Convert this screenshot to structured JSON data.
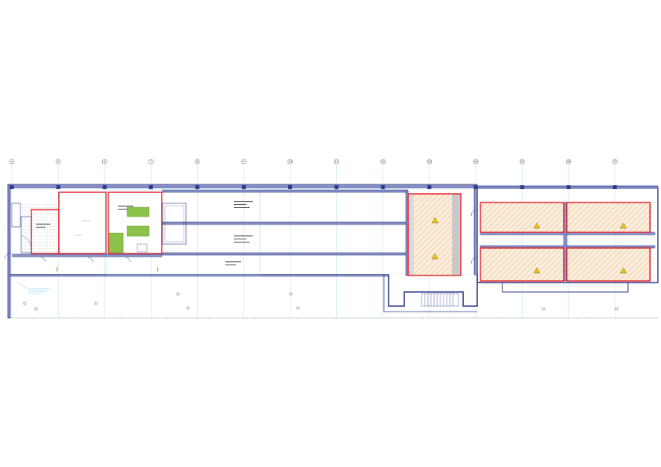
{
  "sheet": {
    "title": "",
    "grid_axis_labels": [
      "4",
      "5",
      "6",
      "7",
      "8",
      "9",
      "10",
      "11",
      "12",
      "13",
      "14",
      "15",
      "16",
      "17"
    ]
  },
  "rooms": [
    {
      "id": "room-stair-core",
      "tag": "",
      "hatch": "tile-grid",
      "border": "red"
    },
    {
      "id": "room-office",
      "tag": "",
      "hatch": "none",
      "border": "red"
    },
    {
      "id": "room-plant",
      "tag": "",
      "hatch": "none",
      "border": "red",
      "equipment": "green"
    },
    {
      "id": "room-corridor-upper",
      "tag": "",
      "hatch": "none",
      "border": "blue"
    },
    {
      "id": "room-corridor-lower",
      "tag": "",
      "hatch": "none",
      "border": "blue"
    },
    {
      "id": "room-hazard-store",
      "tag": "",
      "hatch": "diagonal",
      "border": "red",
      "warning": "⚠"
    },
    {
      "id": "room-store-a",
      "tag": "",
      "hatch": "diagonal",
      "border": "red",
      "warning": "⚠"
    },
    {
      "id": "room-store-b",
      "tag": "",
      "hatch": "diagonal",
      "border": "red",
      "warning": "⚠"
    },
    {
      "id": "room-store-c",
      "tag": "",
      "hatch": "diagonal",
      "border": "red",
      "warning": "⚠"
    },
    {
      "id": "room-store-d",
      "tag": "",
      "hatch": "diagonal",
      "border": "red",
      "warning": "⚠"
    }
  ],
  "colors": {
    "wall_outer": "#2e3a8c",
    "wall_fill": "#8d93c7",
    "fire_boundary": "#e21b23",
    "grid_line": "#9fd8e6",
    "hatch": "#e3a257",
    "hatch_bg": "#fbeede",
    "equipment": "#8bc34a",
    "grey_zone": "#c9c9c9",
    "warning": "#f2c200"
  }
}
